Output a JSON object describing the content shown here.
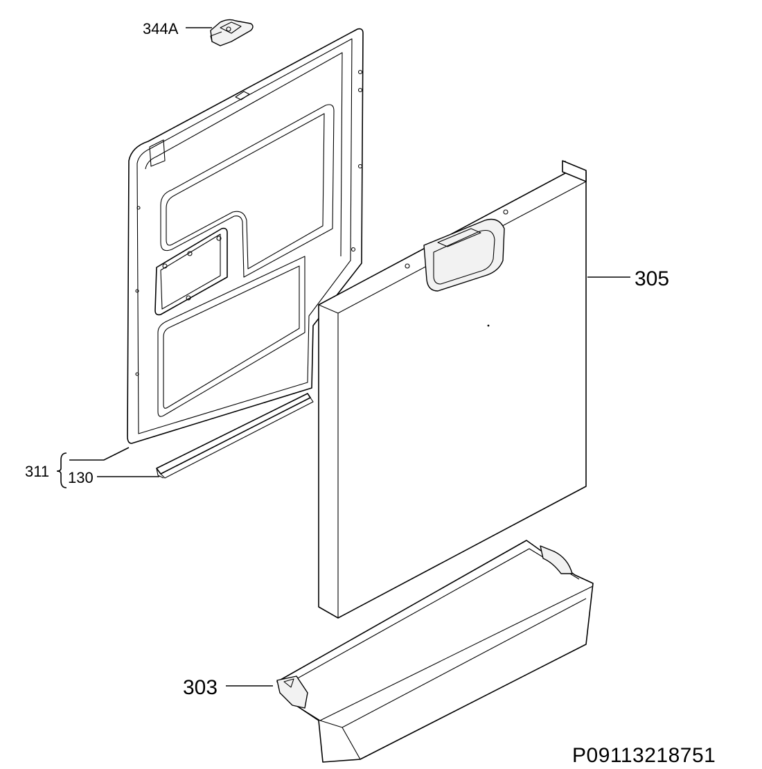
{
  "labels": {
    "p344a": "344A",
    "p305": "305",
    "p311": "311",
    "p130": "130",
    "p303": "303"
  },
  "drawing_code": "P09113218751"
}
